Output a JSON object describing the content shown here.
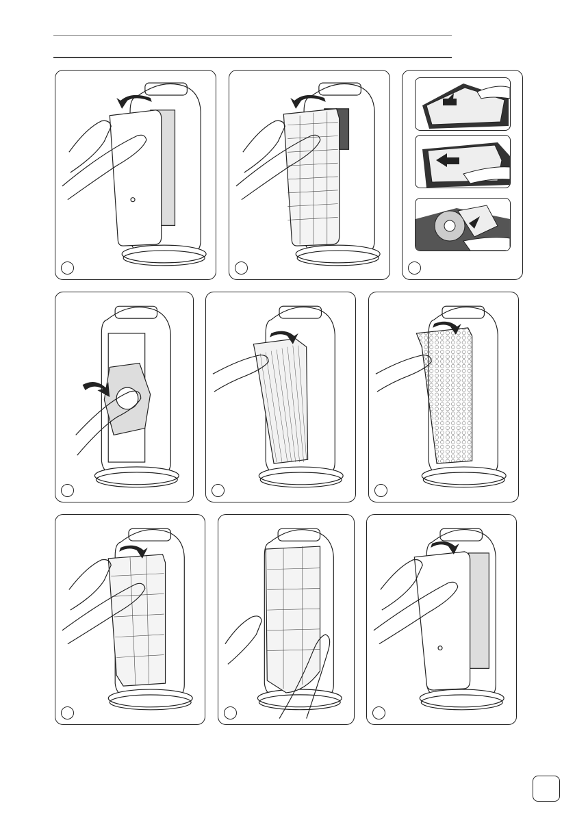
{
  "steps": [
    {
      "id": 1,
      "action": "remove-front-cover",
      "arrow": "out"
    },
    {
      "id": 2,
      "action": "remove-prefilter",
      "arrow": "out"
    },
    {
      "id": 3,
      "action": "prepare-filters",
      "arrow": "in"
    },
    {
      "id": 4,
      "action": "turn-fan-knob",
      "arrow": "rotate"
    },
    {
      "id": 5,
      "action": "insert-hepa-filter",
      "arrow": "in"
    },
    {
      "id": 6,
      "action": "insert-carbon-filter",
      "arrow": "in"
    },
    {
      "id": 7,
      "action": "insert-prefilter",
      "arrow": "in"
    },
    {
      "id": 8,
      "action": "press-prefilter",
      "arrow": "none"
    },
    {
      "id": 9,
      "action": "attach-front-cover",
      "arrow": "in"
    }
  ],
  "colors": {
    "line": "#222222",
    "fill": "#ffffff",
    "shade": "#d8d8d8",
    "dark": "#333333"
  }
}
